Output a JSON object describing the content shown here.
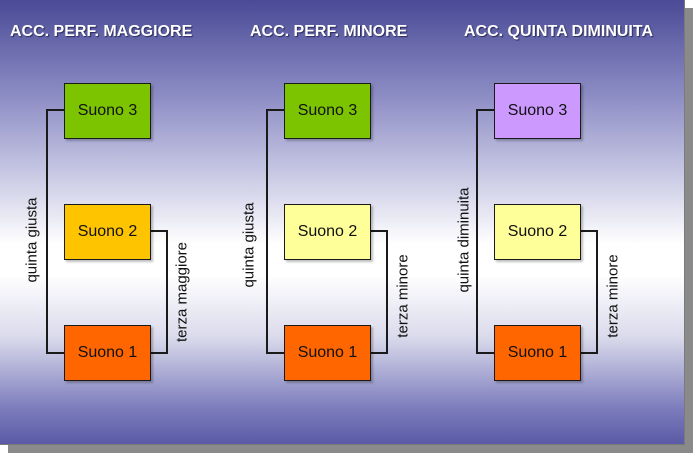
{
  "columns": [
    {
      "title": "ACC. PERF. MAGGIORE",
      "boxes": [
        {
          "label": "Suono 3",
          "color": "#7cc400"
        },
        {
          "label": "Suono 2",
          "color": "#ffc400"
        },
        {
          "label": "Suono 1",
          "color": "#ff6600"
        }
      ],
      "outer_interval": "quinta giusta",
      "inner_interval": "terza maggiore"
    },
    {
      "title": "ACC. PERF. MINORE",
      "boxes": [
        {
          "label": "Suono 3",
          "color": "#7cc400"
        },
        {
          "label": "Suono 2",
          "color": "#ffff99"
        },
        {
          "label": "Suono 1",
          "color": "#ff6600"
        }
      ],
      "outer_interval": "quinta giusta",
      "inner_interval": "terza minore"
    },
    {
      "title": "ACC. QUINTA DIMINUITA",
      "boxes": [
        {
          "label": "Suono 3",
          "color": "#cc99ff"
        },
        {
          "label": "Suono 2",
          "color": "#ffff99"
        },
        {
          "label": "Suono 1",
          "color": "#ff6600"
        }
      ],
      "outer_interval": "quinta diminuita",
      "inner_interval": "terza minore"
    }
  ]
}
